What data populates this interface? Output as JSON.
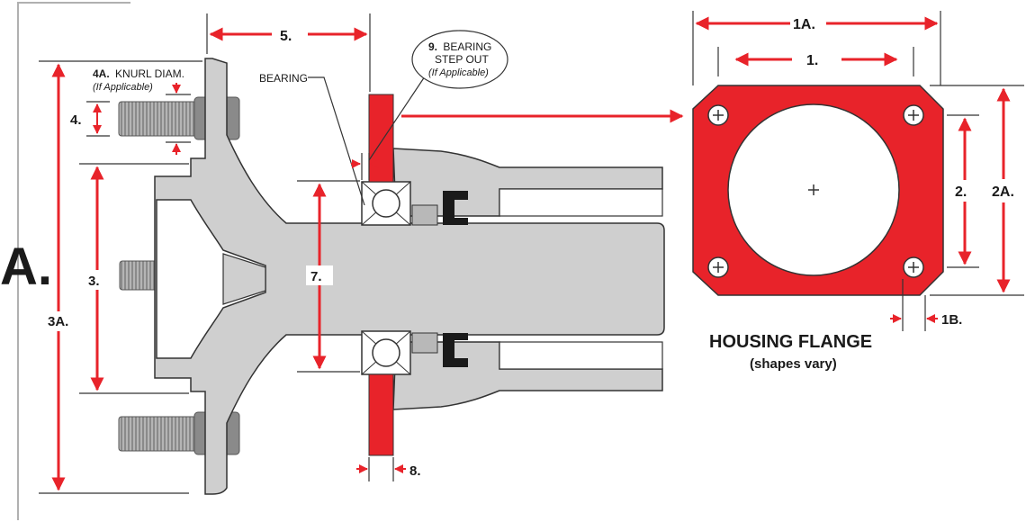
{
  "big_label": "A.",
  "labels": {
    "d5": "5.",
    "d4a_num": "4A.",
    "d4a_text": "KNURL DIAM.",
    "d4a_note": "(If Applicable)",
    "d4": "4.",
    "d3": "3.",
    "d3a": "3A.",
    "d7": "7.",
    "d8": "8.",
    "bearing": "BEARING",
    "d9_num": "9.",
    "d9_text1": "BEARING",
    "d9_text2": "STEP OUT",
    "d9_note": "(If Applicable)",
    "d1a": "1A.",
    "d1": "1.",
    "d2": "2.",
    "d2a": "2A.",
    "d1b": "1B."
  },
  "flange": {
    "title": "HOUSING FLANGE",
    "subtitle": "(shapes vary)"
  },
  "colors": {
    "red": "#e8232a",
    "gray": "#cfcfcf",
    "stroke": "#333333",
    "text": "#1a1a1a"
  }
}
